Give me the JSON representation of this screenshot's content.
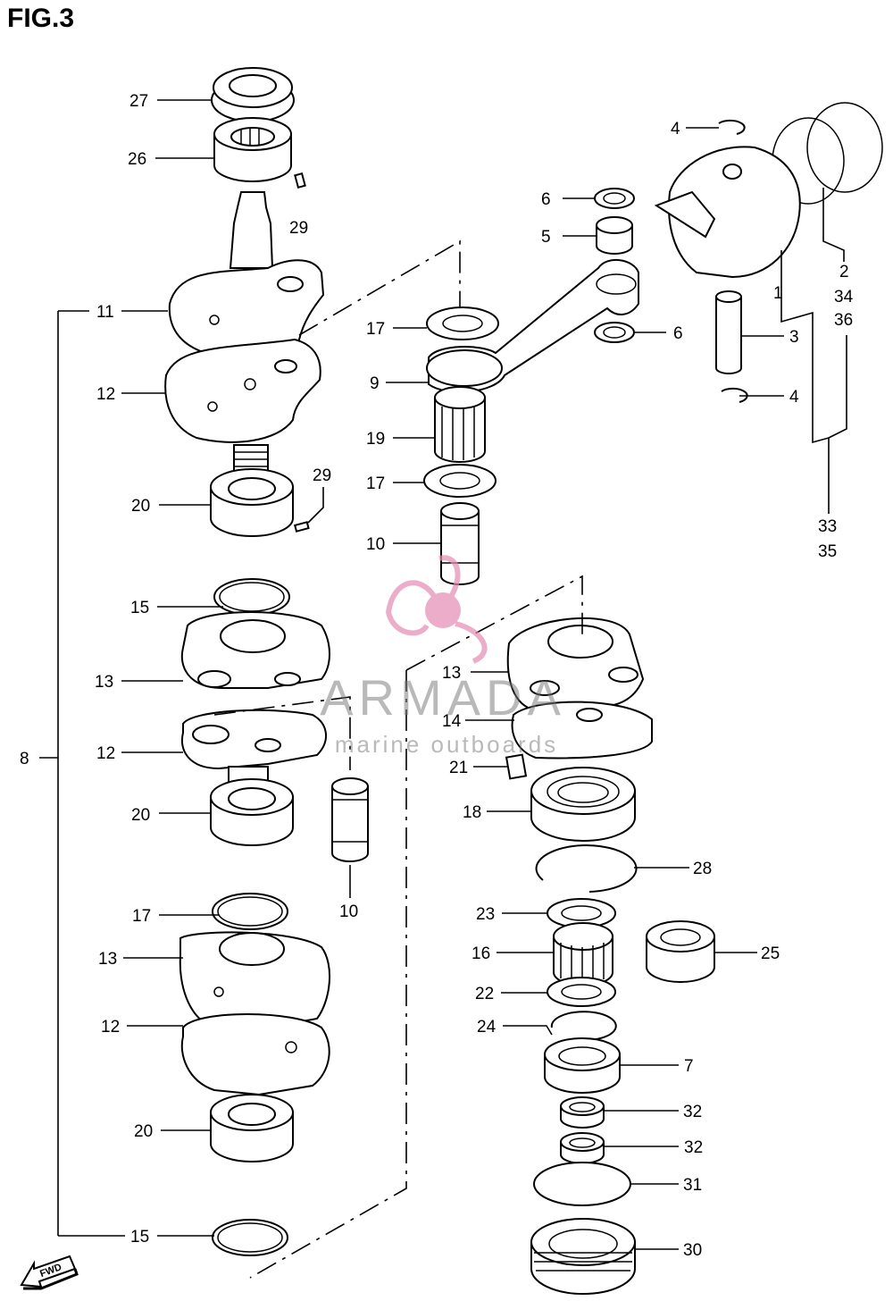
{
  "title": "FIG.3",
  "fwd_label": "FWD",
  "watermark": {
    "name": "ARMADA",
    "tagline": "marine outboards",
    "color": "#e58bb4"
  },
  "callouts": [
    {
      "id": "c27",
      "text": "27"
    },
    {
      "id": "c26",
      "text": "26"
    },
    {
      "id": "c29a",
      "text": "29"
    },
    {
      "id": "c11",
      "text": "11"
    },
    {
      "id": "c12a",
      "text": "12"
    },
    {
      "id": "c20a",
      "text": "20"
    },
    {
      "id": "c29b",
      "text": "29"
    },
    {
      "id": "c15a",
      "text": "15"
    },
    {
      "id": "c13a",
      "text": "13"
    },
    {
      "id": "c8",
      "text": "8"
    },
    {
      "id": "c12b",
      "text": "12"
    },
    {
      "id": "c20b",
      "text": "20"
    },
    {
      "id": "c10a",
      "text": "10"
    },
    {
      "id": "c17a",
      "text": "17"
    },
    {
      "id": "c13b",
      "text": "13"
    },
    {
      "id": "c12c",
      "text": "12"
    },
    {
      "id": "c20c",
      "text": "20"
    },
    {
      "id": "c15b",
      "text": "15"
    },
    {
      "id": "c6a",
      "text": "6"
    },
    {
      "id": "c5",
      "text": "5"
    },
    {
      "id": "c17b",
      "text": "17"
    },
    {
      "id": "c9",
      "text": "9"
    },
    {
      "id": "c19",
      "text": "19"
    },
    {
      "id": "c17c",
      "text": "17"
    },
    {
      "id": "c10b",
      "text": "10"
    },
    {
      "id": "c6b",
      "text": "6"
    },
    {
      "id": "c4a",
      "text": "4"
    },
    {
      "id": "c1",
      "text": "1"
    },
    {
      "id": "c2",
      "text": "2"
    },
    {
      "id": "c34",
      "text": "34"
    },
    {
      "id": "c36",
      "text": "36"
    },
    {
      "id": "c3",
      "text": "3"
    },
    {
      "id": "c4b",
      "text": "4"
    },
    {
      "id": "c33",
      "text": "33"
    },
    {
      "id": "c35",
      "text": "35"
    },
    {
      "id": "c13c",
      "text": "13"
    },
    {
      "id": "c14",
      "text": "14"
    },
    {
      "id": "c21",
      "text": "21"
    },
    {
      "id": "c18",
      "text": "18"
    },
    {
      "id": "c28",
      "text": "28"
    },
    {
      "id": "c23",
      "text": "23"
    },
    {
      "id": "c16",
      "text": "16"
    },
    {
      "id": "c25",
      "text": "25"
    },
    {
      "id": "c22",
      "text": "22"
    },
    {
      "id": "c24",
      "text": "24"
    },
    {
      "id": "c7",
      "text": "7"
    },
    {
      "id": "c32a",
      "text": "32"
    },
    {
      "id": "c32b",
      "text": "32"
    },
    {
      "id": "c31",
      "text": "31"
    },
    {
      "id": "c30",
      "text": "30"
    }
  ]
}
